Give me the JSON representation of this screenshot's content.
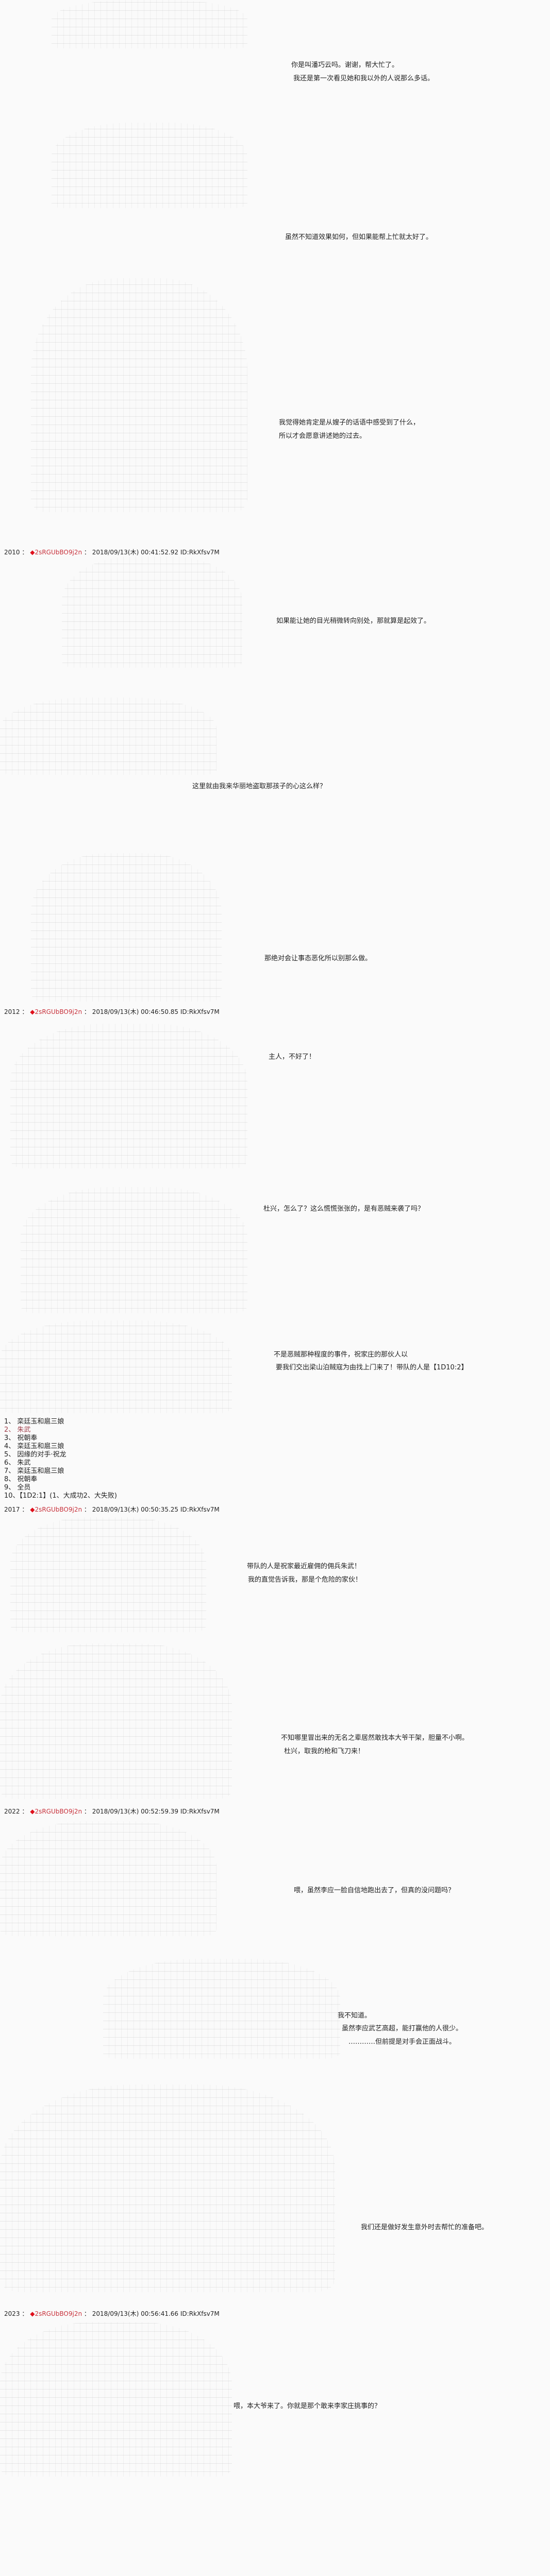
{
  "posts": [
    {
      "number": "2010",
      "trip": "2sRGUbBO9j2n",
      "datetime": "2018/09/13(木) 00:41:52.92",
      "id": "ID:RkXfsv7M"
    },
    {
      "number": "2012",
      "trip": "2sRGUbBO9j2n",
      "datetime": "2018/09/13(木) 00:46:50.85",
      "id": "ID:RkXfsv7M"
    },
    {
      "number": "2017",
      "trip": "2sRGUbBO9j2n",
      "datetime": "2018/09/13(木) 00:50:35.25",
      "id": "ID:RkXfsv7M"
    },
    {
      "number": "2022",
      "trip": "2sRGUbBO9j2n",
      "datetime": "2018/09/13(木) 00:52:59.39",
      "id": "ID:RkXfsv7M"
    },
    {
      "number": "2023",
      "trip": "2sRGUbBO9j2n",
      "datetime": "2018/09/13(木) 00:56:41.66",
      "id": "ID:RkXfsv7M"
    }
  ],
  "header_sep": "：",
  "diamond": "◆",
  "lines": [
    "你是叫潘巧云吗。谢谢，帮大忙了。",
    "我还是第一次看见她和我以外的人说那么多话。",
    "虽然不知道效果如何，但如果能帮上忙就太好了。",
    "我觉得她肯定是从嫂子的话语中感受到了什么，",
    "所以才会愿意讲述她的过去。",
    "如果能让她的目光稍微转向别处，那就算是起效了。",
    "这里就由我来华丽地盗取那孩子的心这么样？",
    "那绝对会让事态恶化所以别那么做。",
    "主人，不好了！",
    "杜兴，怎么了？这么慌慌张张的，是有恶贼来袭了吗？",
    "不是恶贼那种程度的事件，祝家庄的那伙人以",
    "要我们交出梁山泊贼寇为由找上门来了！带队的人是【1D10:2】",
    "带队的人是祝家最近雇佣的佣兵朱武！",
    "我的直觉告诉我，那是个危险的家伙！",
    "不知哪里冒出来的无名之辈居然敢找本大爷干架，胆量不小啊。",
    "杜兴，取我的枪和飞刀来！",
    "喂，虽然李应一脸自信地跑出去了，但真的没问题吗？",
    "我不知道。",
    "虽然李应武艺高超，能打赢他的人很少。",
    "…………但前提是对手会正面战斗。",
    "我们还是做好发生意外时去帮忙的准备吧。",
    "喂，本大爷来了。你就是那个敢来李家庄挑事的？"
  ],
  "dice_list": [
    "1、 栾廷玉和扈三娘",
    "2、 朱武",
    "3、 祝朝奉",
    "4、 栾廷玉和扈三娘",
    "5、 因缘的对手·祝龙",
    "6、 朱武",
    "7、 栾廷玉和扈三娘",
    "8、 祝朝奉",
    "9、 全员",
    "10、【1D2:1】(1、大成功2、大失败)"
  ],
  "dice_highlight_index": 1,
  "colors": {
    "trip": "#c8323c",
    "diamond": "#e0101c",
    "highlight": "#a0404c",
    "text": "#222222",
    "background": "#fafafa"
  }
}
